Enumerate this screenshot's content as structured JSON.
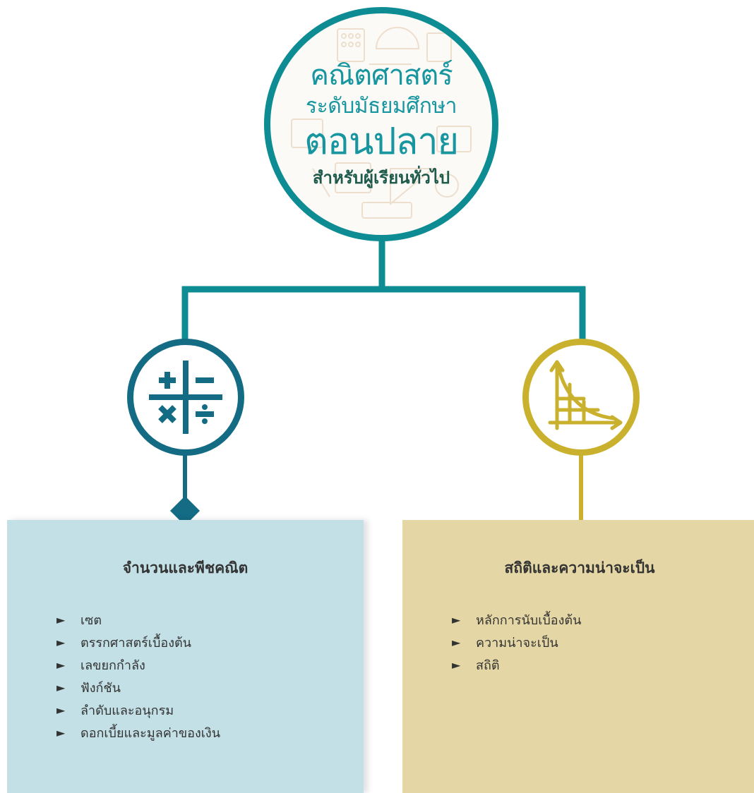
{
  "header": {
    "line1": "คณิตศาสตร์",
    "line2": "ระดับมัธยมศึกษา",
    "line3": "ตอนปลาย",
    "line4": "สำหรับผู้เรียนทั่วไป"
  },
  "colors": {
    "teal": "#0d8c94",
    "dark_teal": "#136b84",
    "gold": "#c9b12d",
    "algebra_box": "#c2e0e5",
    "stats_box": "#e5d7a5",
    "subtitle_green": "#1f5b4c"
  },
  "icons": {
    "algebra": "plus-minus-times-divide-icon",
    "stats": "graph-curve-icon"
  },
  "algebra": {
    "title": "จำนวนและพีชคณิต",
    "bullet": "►",
    "items": [
      "เซต",
      "ตรรกศาสตร์เบื้องต้น",
      "เลขยกกำลัง",
      "ฟังก์ชัน",
      "ลำดับและอนุกรม",
      "ดอกเบี้ยและมูลค่าของเงิน"
    ]
  },
  "stats": {
    "title": "สถิติและความน่าจะเป็น",
    "bullet": "►",
    "items": [
      "หลักการนับเบื้องต้น",
      "ความน่าจะเป็น",
      "สถิติ"
    ]
  }
}
